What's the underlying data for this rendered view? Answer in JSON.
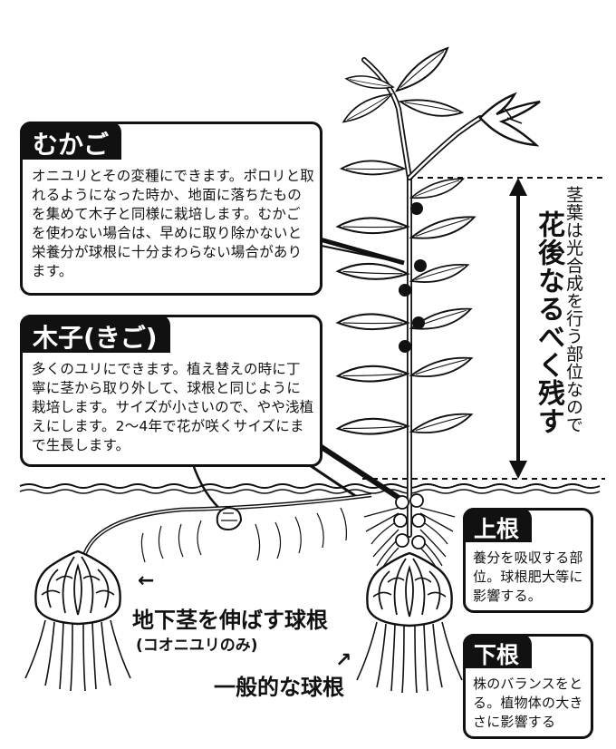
{
  "mukago": {
    "title": "むかご",
    "body": "オニユリとその変種にできます。ポロリと取れるようになった時か、地面に落ちたものを集めて木子と同様に栽培します。むかごを使わない場合は、早めに取り除かないと栄養分が球根に十分まわらない場合があります。"
  },
  "kigo": {
    "title": "木子(きご)",
    "body": "多くのユリにできます。植え替えの時に丁寧に茎から取り外して、球根と同じように栽培します。サイズが小さいので、やや浅植えにします。2〜4年で花が咲くサイズにまで生長します。"
  },
  "upper_root": {
    "title": "上根",
    "body": "養分を吸収する部位。球根肥大等に影響する。"
  },
  "lower_root": {
    "title": "下根",
    "body": "株のバランスをとる。植物体の大きさに影響する"
  },
  "stem_note": {
    "sub": "茎葉は光合成を行う部位なので",
    "main": "花後なるべく残す"
  },
  "bulb_labels": {
    "arrow_left": "←",
    "underground": "地下茎を伸ばす球根",
    "underground_note": "(コオニユリのみ)",
    "arrow_ne": "↗",
    "general": "一般的な球根"
  }
}
